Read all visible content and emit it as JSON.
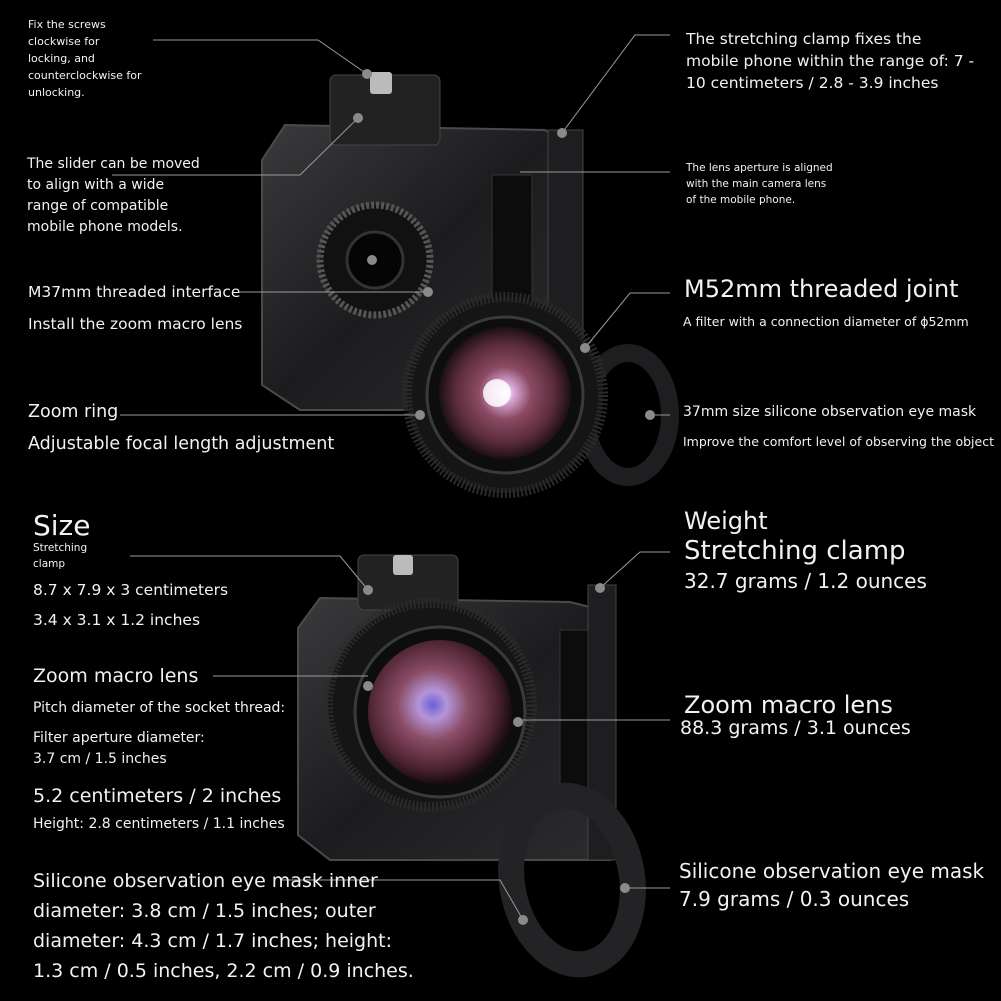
{
  "top": {
    "screws_note": "Fix the screws\nclockwise for\nlocking, and\ncounterclockwise for\n unlocking.",
    "slider_note": "The slider can be moved\nto align with a wide\nrange of compatible\nmobile phone models.",
    "m37_title": "M37mm threaded interface",
    "m37_sub": "Install the zoom macro lens",
    "zoom_ring_title": "Zoom ring",
    "zoom_ring_sub": "Adjustable focal length adjustment",
    "clamp_range_note": "The stretching clamp fixes the\nmobile phone within the range of: 7 -\n10 centimeters / 2.8 - 3.9 inches",
    "aperture_note": "The lens aperture is aligned\nwith the main camera lens\nof the mobile phone.",
    "m52_title": "M52mm threaded joint",
    "m52_sub": "A filter with a connection diameter of ϕ52mm",
    "eyemask_title": "37mm size silicone observation eye mask",
    "eyemask_sub": "Improve the comfort level of observing the object"
  },
  "bottom": {
    "size_title": "Size",
    "size_sub": "Stretching\nclamp",
    "clamp_cm": "8.7 x 7.9 x 3 centimeters",
    "clamp_in": "3.4 x 3.1 x 1.2 inches",
    "lens_title": "Zoom macro lens",
    "pitch_label": "Pitch diameter of the socket thread:",
    "filter_label": "Filter aperture diameter:\n 3.7 cm / 1.5 inches",
    "lens_diameter": "5.2 centimeters / 2 inches",
    "lens_height": "Height: 2.8 centimeters / 1.1 inches",
    "eyemask_dims": "Silicone observation eye mask inner\ndiameter: 3.8 cm / 1.5 inches; outer\ndiameter: 4.3 cm / 1.7 inches; height:\n1.3 cm / 0.5 inches, 2.2 cm / 0.9 inches.",
    "weight_title": "Weight",
    "weight_clamp_title": "Stretching clamp",
    "weight_clamp": "32.7 grams / 1.2 ounces",
    "weight_lens_title": "Zoom macro lens",
    "weight_lens": "88.3 grams / 3.1 ounces",
    "weight_mask_title": "Silicone observation eye mask",
    "weight_mask": "7.9 grams / 0.3 ounces"
  }
}
